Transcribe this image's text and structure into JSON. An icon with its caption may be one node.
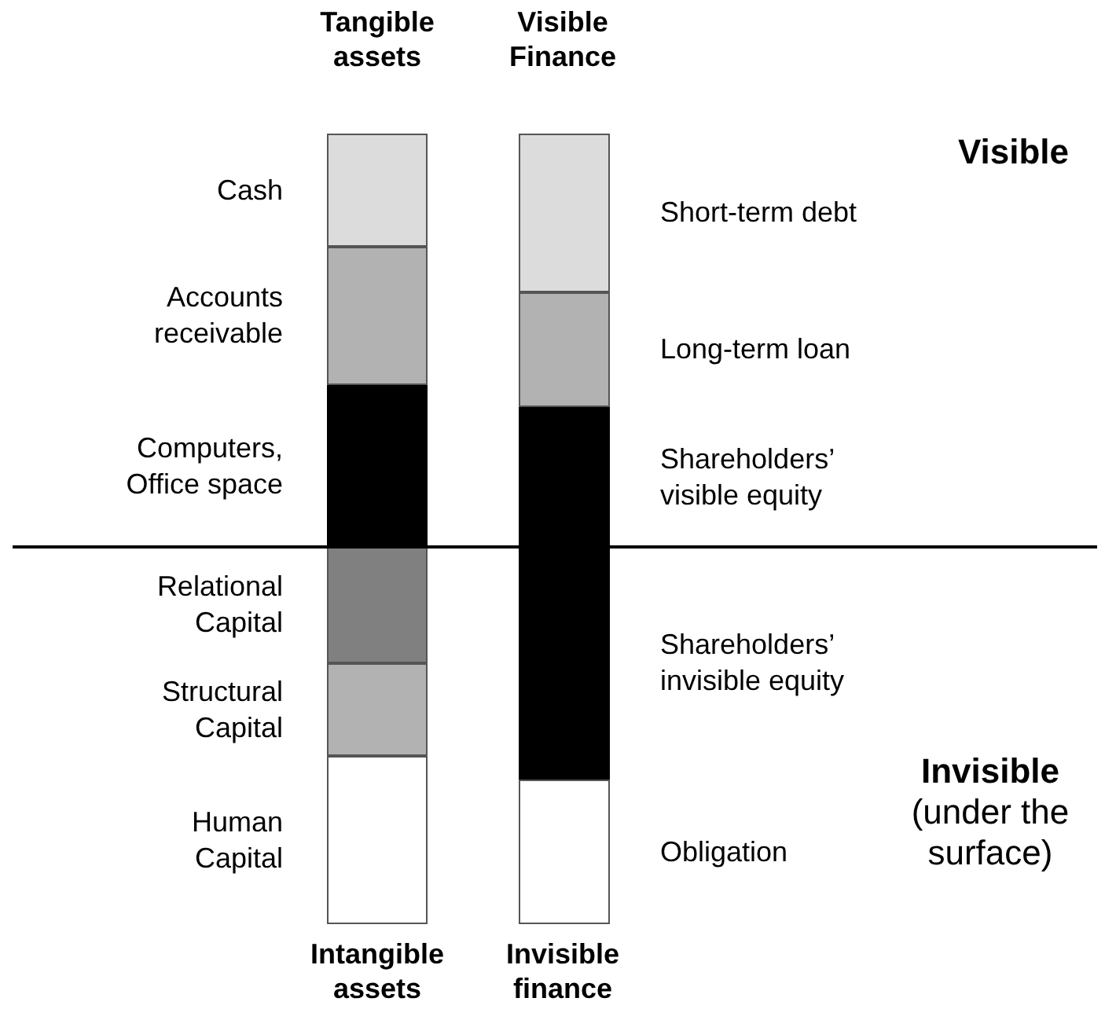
{
  "diagram": {
    "nodes": [
      {
        "text": [],
        "shape": "bar",
        "beside": [
          "Cash"
        ]
      },
      {
        "text": [],
        "shape": "bar",
        "beside": [
          "Accounts receivable"
        ]
      },
      {
        "text": [],
        "shape": "bar",
        "beside": [
          "Computers, Office space"
        ]
      },
      {
        "text": [],
        "shape": "bar",
        "beside": [
          "Relational Capital"
        ]
      },
      {
        "text": [],
        "shape": "bar",
        "beside": [
          "Structural Capital"
        ]
      },
      {
        "text": [],
        "shape": "bar",
        "beside": [
          "Human Capital"
        ]
      },
      {
        "text": [],
        "shape": "bar",
        "beside": [
          "Short-term debt"
        ]
      },
      {
        "text": [],
        "shape": "bar",
        "beside": [
          "Long-term loan"
        ]
      },
      {
        "text": [],
        "shape": "bar",
        "beside": [
          "Shareholders’ visible equity"
        ]
      },
      {
        "text": [],
        "shape": "bar",
        "beside": [
          "Shareholders’ invisible equity"
        ]
      },
      {
        "text": [],
        "shape": "bar",
        "beside": [
          "Obligation"
        ]
      }
    ],
    "edges": [],
    "labels": [
      "Tangible assets",
      "Visible Finance",
      "Visible",
      "**Invisible** (under the surface)",
      "Intangible assets",
      "Invisible finance"
    ]
  }
}
